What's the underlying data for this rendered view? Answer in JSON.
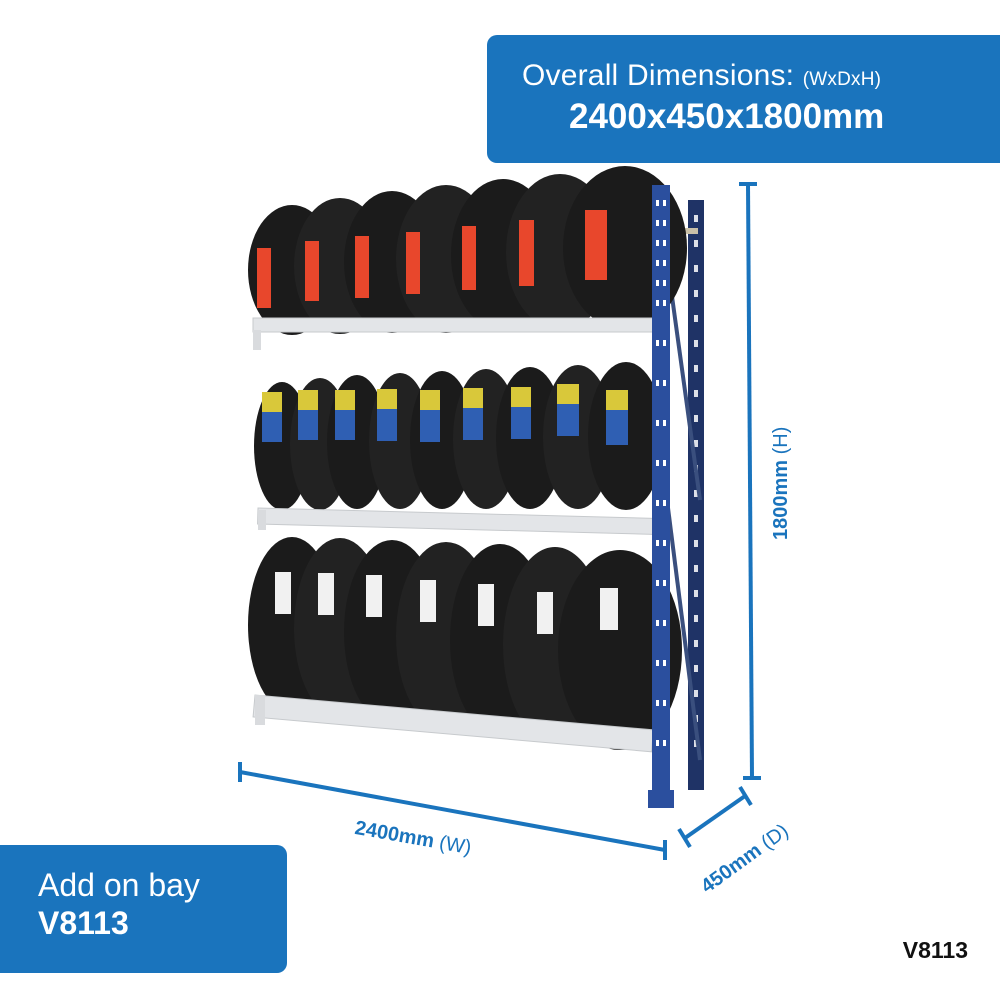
{
  "overall_banner": {
    "title": "Overall Dimensions:",
    "title_suffix": "(WxDxH)",
    "value": "2400x450x1800mm"
  },
  "add_on_banner": {
    "label": "Add on bay",
    "code": "V8113"
  },
  "product_code": "V8113",
  "dimensions": {
    "width": {
      "value": "2400mm",
      "axis": "(W)"
    },
    "depth": {
      "value": "450mm",
      "axis": "(D)"
    },
    "height": {
      "value": "1800mm",
      "axis": "(H)"
    }
  },
  "shelves": [
    {
      "level": "top",
      "tire_count": 7,
      "label_color": "#e8472c"
    },
    {
      "level": "middle",
      "tire_count": 9,
      "label_color": "#2f5fb3"
    },
    {
      "level": "bottom",
      "tire_count": 7,
      "label_color": "#f1f1f1"
    }
  ],
  "colors": {
    "brand_blue": "#1a74bd",
    "upright_blue": "#2b4f9e",
    "beam_grey": "#e3e5e8"
  }
}
